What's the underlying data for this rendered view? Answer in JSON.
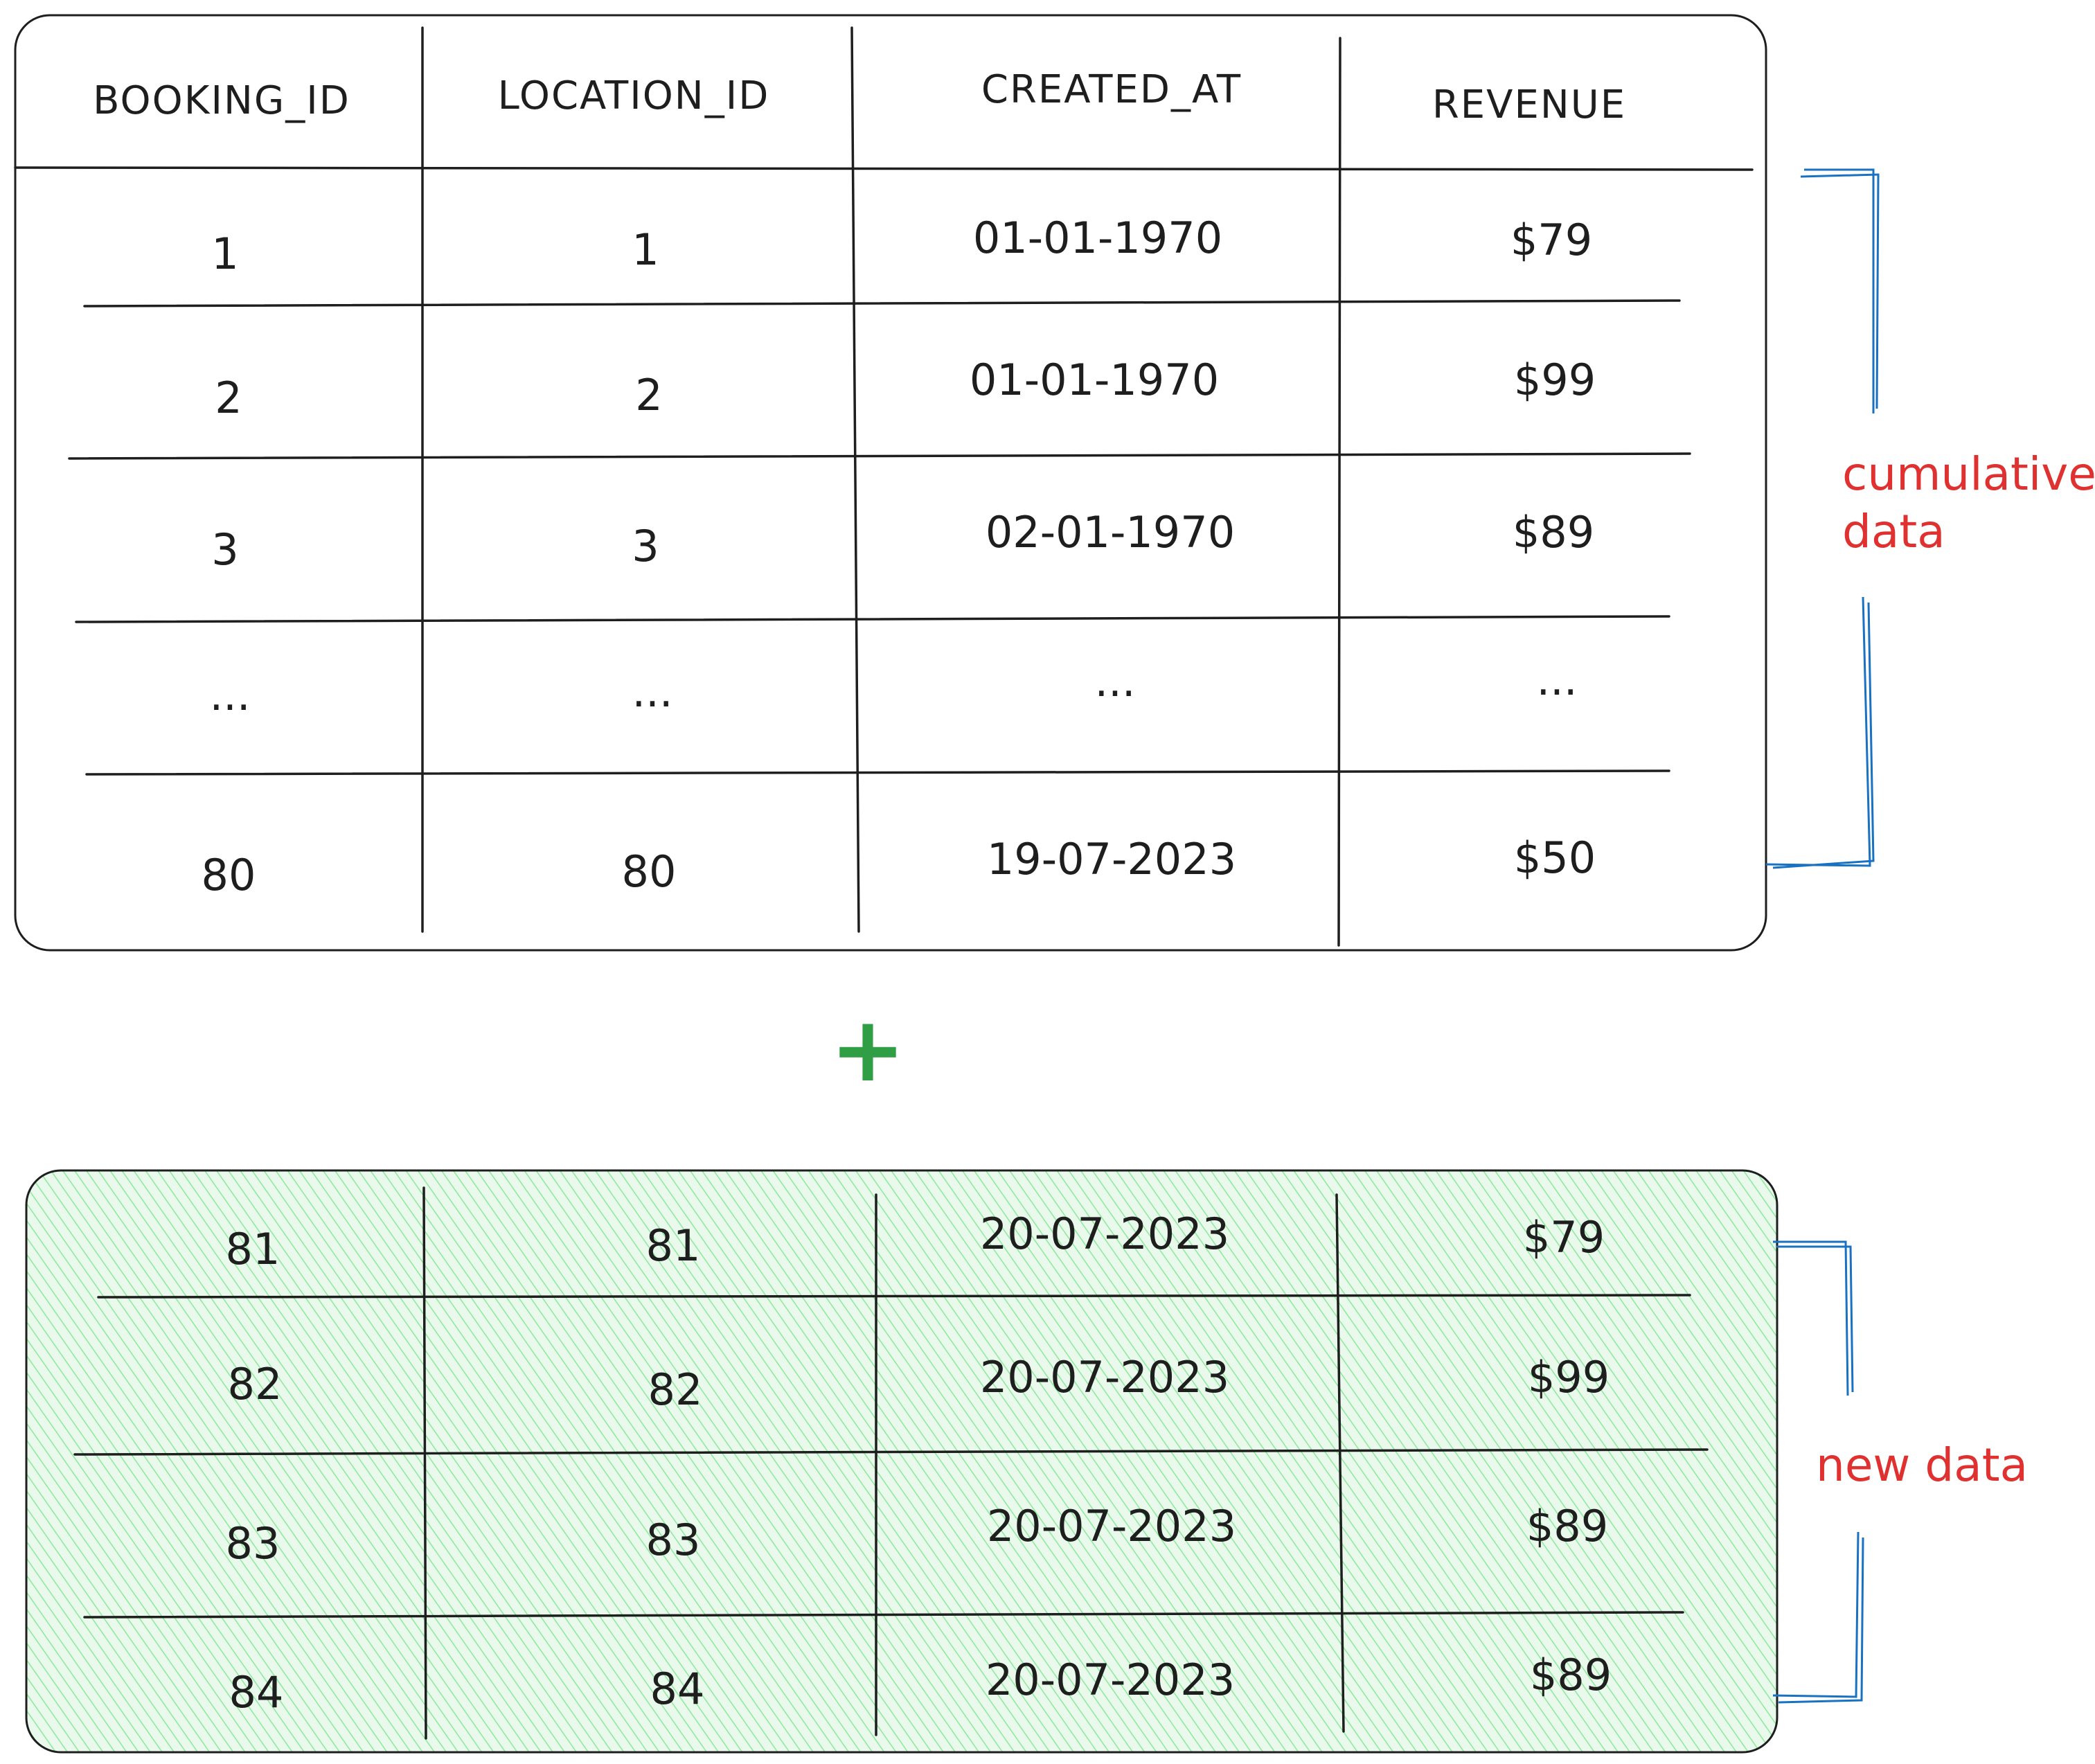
{
  "cumulative_table": {
    "headers": [
      "BOOKING_ID",
      "LOCATION_ID",
      "CREATED_AT",
      "REVENUE"
    ],
    "rows": [
      [
        "1",
        "1",
        "01-01-1970",
        "$79"
      ],
      [
        "2",
        "2",
        "01-01-1970",
        "$99"
      ],
      [
        "3",
        "3",
        "02-01-1970",
        "$89"
      ],
      [
        "...",
        "...",
        "...",
        "..."
      ],
      [
        "80",
        "80",
        "19-07-2023",
        "$50"
      ]
    ]
  },
  "plus_sign": "+",
  "new_table": {
    "rows": [
      [
        "81",
        "81",
        "20-07-2023",
        "$79"
      ],
      [
        "82",
        "82",
        "20-07-2023",
        "$99"
      ],
      [
        "83",
        "83",
        "20-07-2023",
        "$89"
      ],
      [
        "84",
        "84",
        "20-07-2023",
        "$89"
      ]
    ]
  },
  "labels": {
    "cumulative_line1": "cumulative",
    "cumulative_line2": "data",
    "new": "new data"
  },
  "colors": {
    "ink": "#1e1e1e",
    "annotation": "#e03131",
    "brace": "#1971c2",
    "plus": "#2f9e44",
    "new_fill": "#b2f2bb"
  }
}
